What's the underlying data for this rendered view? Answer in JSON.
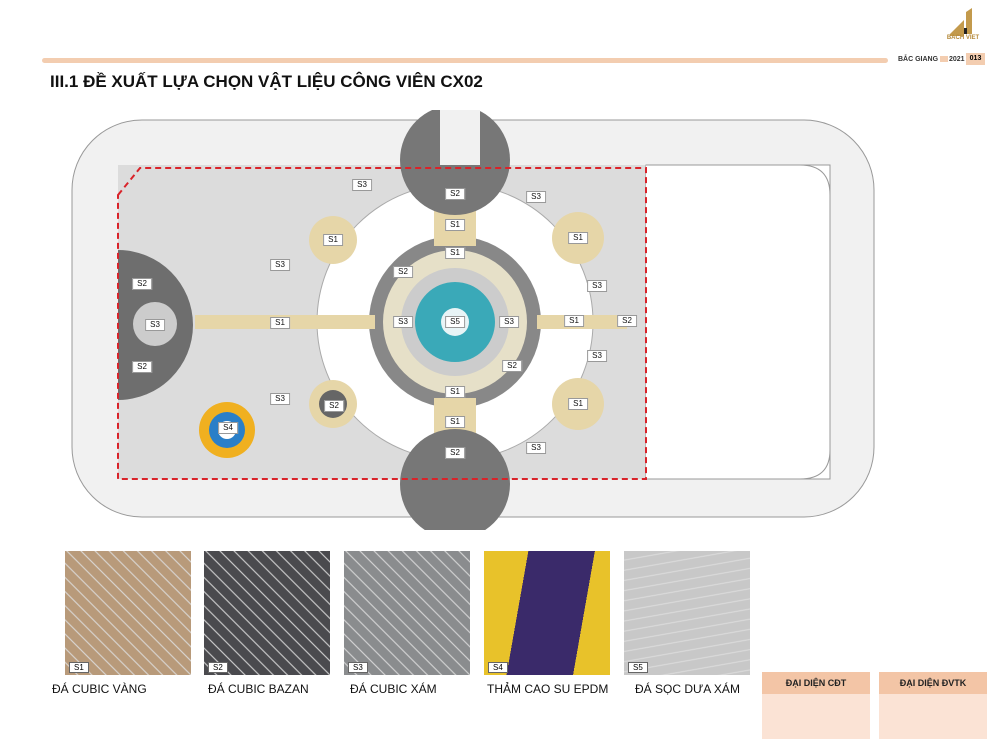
{
  "header": {
    "logo_text": "BACH VIET",
    "location": "BẮC GIANG",
    "year": "2021",
    "page": "013"
  },
  "title": "III.1 ĐỀ XUẤT LỰA CHỌN VẬT LIỆU CÔNG VIÊN CX02",
  "plan_labels": [
    "S3",
    "S2",
    "S3",
    "S1",
    "S1",
    "S1",
    "S1",
    "S3",
    "S2",
    "S2",
    "S3",
    "S3",
    "S1",
    "S3",
    "S5",
    "S3",
    "S1",
    "S2",
    "S3",
    "S2",
    "S2",
    "S1",
    "S3",
    "S2",
    "S1",
    "S1",
    "S4",
    "S3",
    "S2"
  ],
  "materials": [
    {
      "code": "S1",
      "name": "ĐÁ CUBIC VÀNG",
      "color": "#b89a7a"
    },
    {
      "code": "S2",
      "name": "ĐÁ CUBIC BAZAN",
      "color": "#4a4a4e"
    },
    {
      "code": "S3",
      "name": "ĐÁ CUBIC XÁM",
      "color": "#8a8c8e"
    },
    {
      "code": "S4",
      "name": "THẢM CAO SU EPDM",
      "color": "#e8c22a"
    },
    {
      "code": "S5",
      "name": "ĐÁ SỌC DƯA XÁM",
      "color": "#c8c8c8"
    }
  ],
  "signatures": {
    "owner": "ĐẠI DIỆN CĐT",
    "designer": "ĐẠI DIỆN ĐVTK"
  }
}
